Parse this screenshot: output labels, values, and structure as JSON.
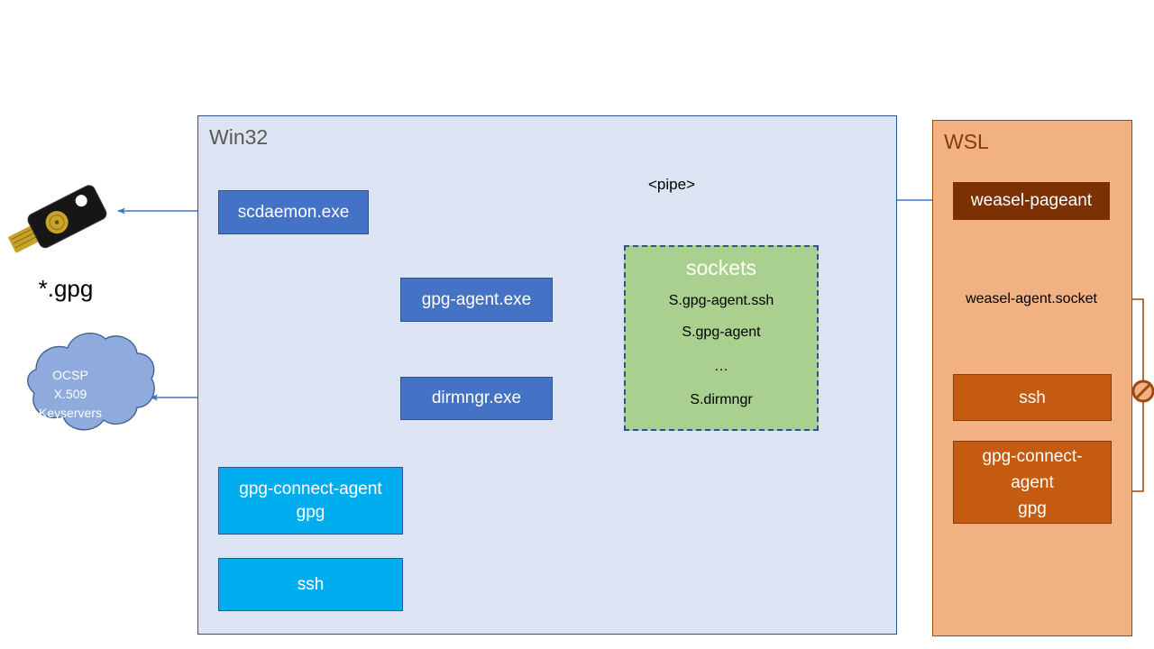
{
  "diagram": {
    "title_win32": "Win32",
    "title_wsl": "WSL",
    "pipe_label": "<pipe>",
    "gpg_files_label": "*.gpg",
    "cloud_label": "OCSP\nX.509\nKeyservers",
    "wsl_socket_label": "weasel-agent.socket"
  },
  "win32": {
    "processes": [
      {
        "id": "scdaemon",
        "label": "scdaemon.exe",
        "style": "blue"
      },
      {
        "id": "gpg-agent",
        "label": "gpg-agent.exe",
        "style": "blue"
      },
      {
        "id": "dirmngr",
        "label": "dirmngr.exe",
        "style": "blue"
      },
      {
        "id": "gpg-connect-agent",
        "label": "gpg-connect-agent\ngpg",
        "style": "cyan"
      },
      {
        "id": "ssh",
        "label": "ssh",
        "style": "cyan"
      }
    ]
  },
  "sockets": {
    "title": "sockets",
    "items": [
      "S.gpg-agent.ssh",
      "S.gpg-agent",
      "…",
      "S.dirmngr"
    ]
  },
  "wsl": {
    "processes": [
      {
        "id": "weasel-pageant",
        "label": "weasel-pageant",
        "style": "dark-brown"
      },
      {
        "id": "wsl-ssh",
        "label": "ssh",
        "style": "orange"
      },
      {
        "id": "wsl-gpg-connect-agent",
        "label": "gpg-connect-\nagent\ngpg",
        "style": "orange"
      }
    ],
    "socket": "weasel-agent.socket",
    "blocked_marker": "no-entry"
  },
  "external": {
    "usb_token": "yubikey",
    "files_label": "*.gpg",
    "cloud_lines": [
      "OCSP",
      "X.509",
      "Keyservers"
    ]
  },
  "colors": {
    "win32_panel_fill": "#DCE3F2",
    "win32_panel_border": "#2E5395",
    "wsl_panel_fill": "#F2B183",
    "wsl_panel_border": "#A04A13",
    "process_blue": "#4472C4",
    "process_cyan": "#00AEEF",
    "sockets_fill": "#A9D08E",
    "wsl_dark_brown": "#7B3103",
    "wsl_orange": "#C55A11",
    "arrow_blue": "#4472C4",
    "arrow_brown": "#A04A13",
    "cloud_fill": "#8FAADC"
  }
}
